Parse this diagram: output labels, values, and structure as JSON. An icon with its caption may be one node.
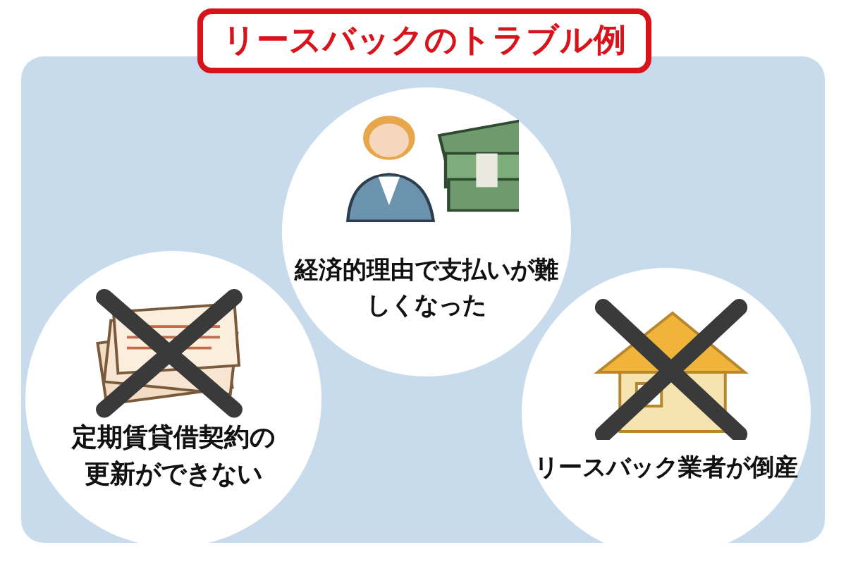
{
  "diagram": {
    "title": "リースバックのトラブル例",
    "nodes": [
      {
        "text": [
          "経済的理由で支払いが難しくなった"
        ]
      },
      {
        "text": [
          "定期賃貸借契約の更新ができない"
        ]
      },
      {
        "text": [
          "リースバック業者が倒産"
        ]
      }
    ]
  }
}
